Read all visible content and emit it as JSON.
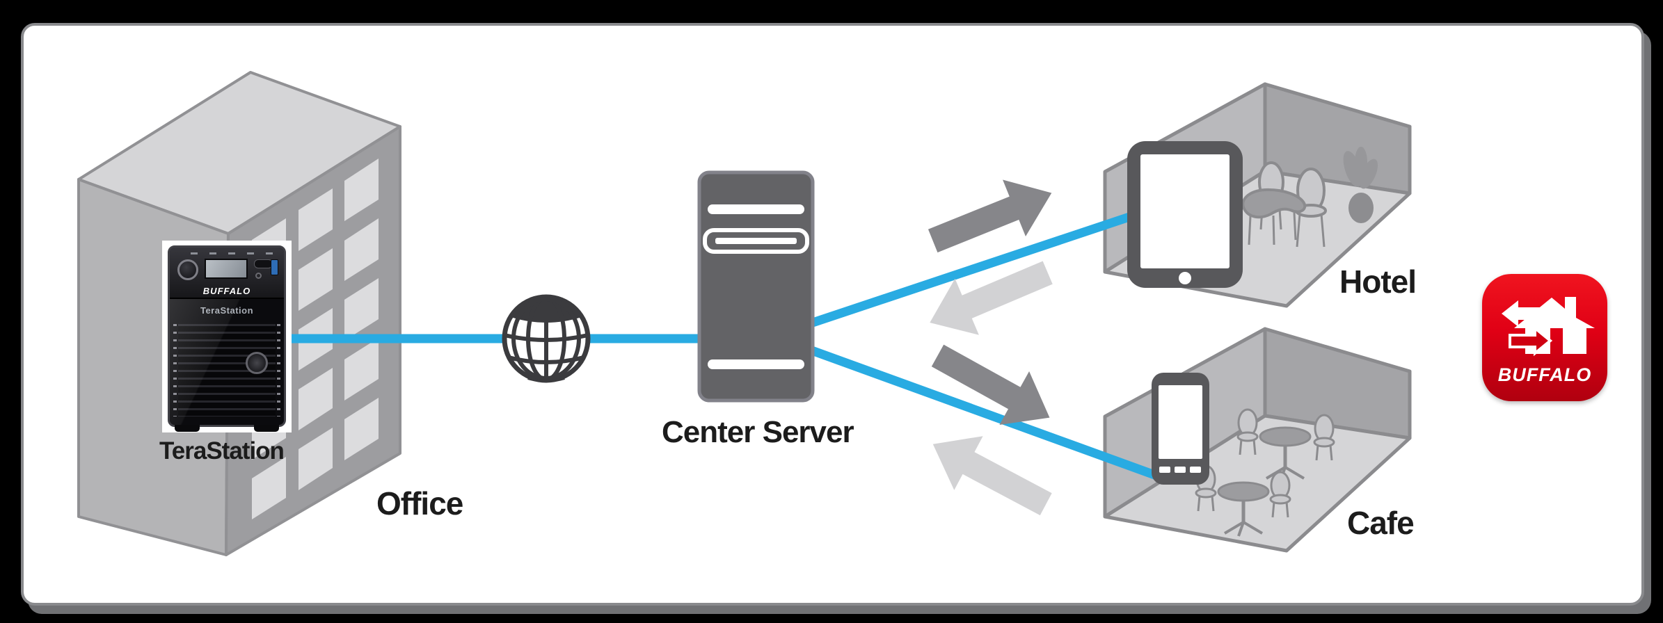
{
  "scene": {
    "background": "#000000",
    "panel": {
      "fill": "#ffffff",
      "border_color": "#898a8d",
      "shadow_color": "#707174"
    },
    "link_color": "#29abe2",
    "upload_arrow_color": "#86868a",
    "download_arrow_color": "#d2d2d4",
    "label_color": "#1c1c1c"
  },
  "nodes": {
    "office": {
      "label": "Office",
      "device_label": "TeraStation",
      "nas": {
        "brand": "BUFFALO",
        "model": "TeraStation"
      }
    },
    "internet": {
      "icon": "globe"
    },
    "server": {
      "label": "Center Server"
    },
    "hotel": {
      "label": "Hotel",
      "device_icon": "tablet"
    },
    "cafe": {
      "label": "Cafe",
      "device_icon": "smartphone"
    }
  },
  "links": [
    {
      "from": "terastation-nas",
      "to": "internet-globe"
    },
    {
      "from": "internet-globe",
      "to": "center-server"
    },
    {
      "from": "center-server",
      "to": "hotel-tablet",
      "arrows": [
        "upload",
        "download"
      ]
    },
    {
      "from": "center-server",
      "to": "cafe-smartphone",
      "arrows": [
        "upload",
        "download"
      ]
    }
  ],
  "logo": {
    "brand": "BUFFALO",
    "color_top": "#f0141f",
    "color_bottom": "#b0000f"
  }
}
